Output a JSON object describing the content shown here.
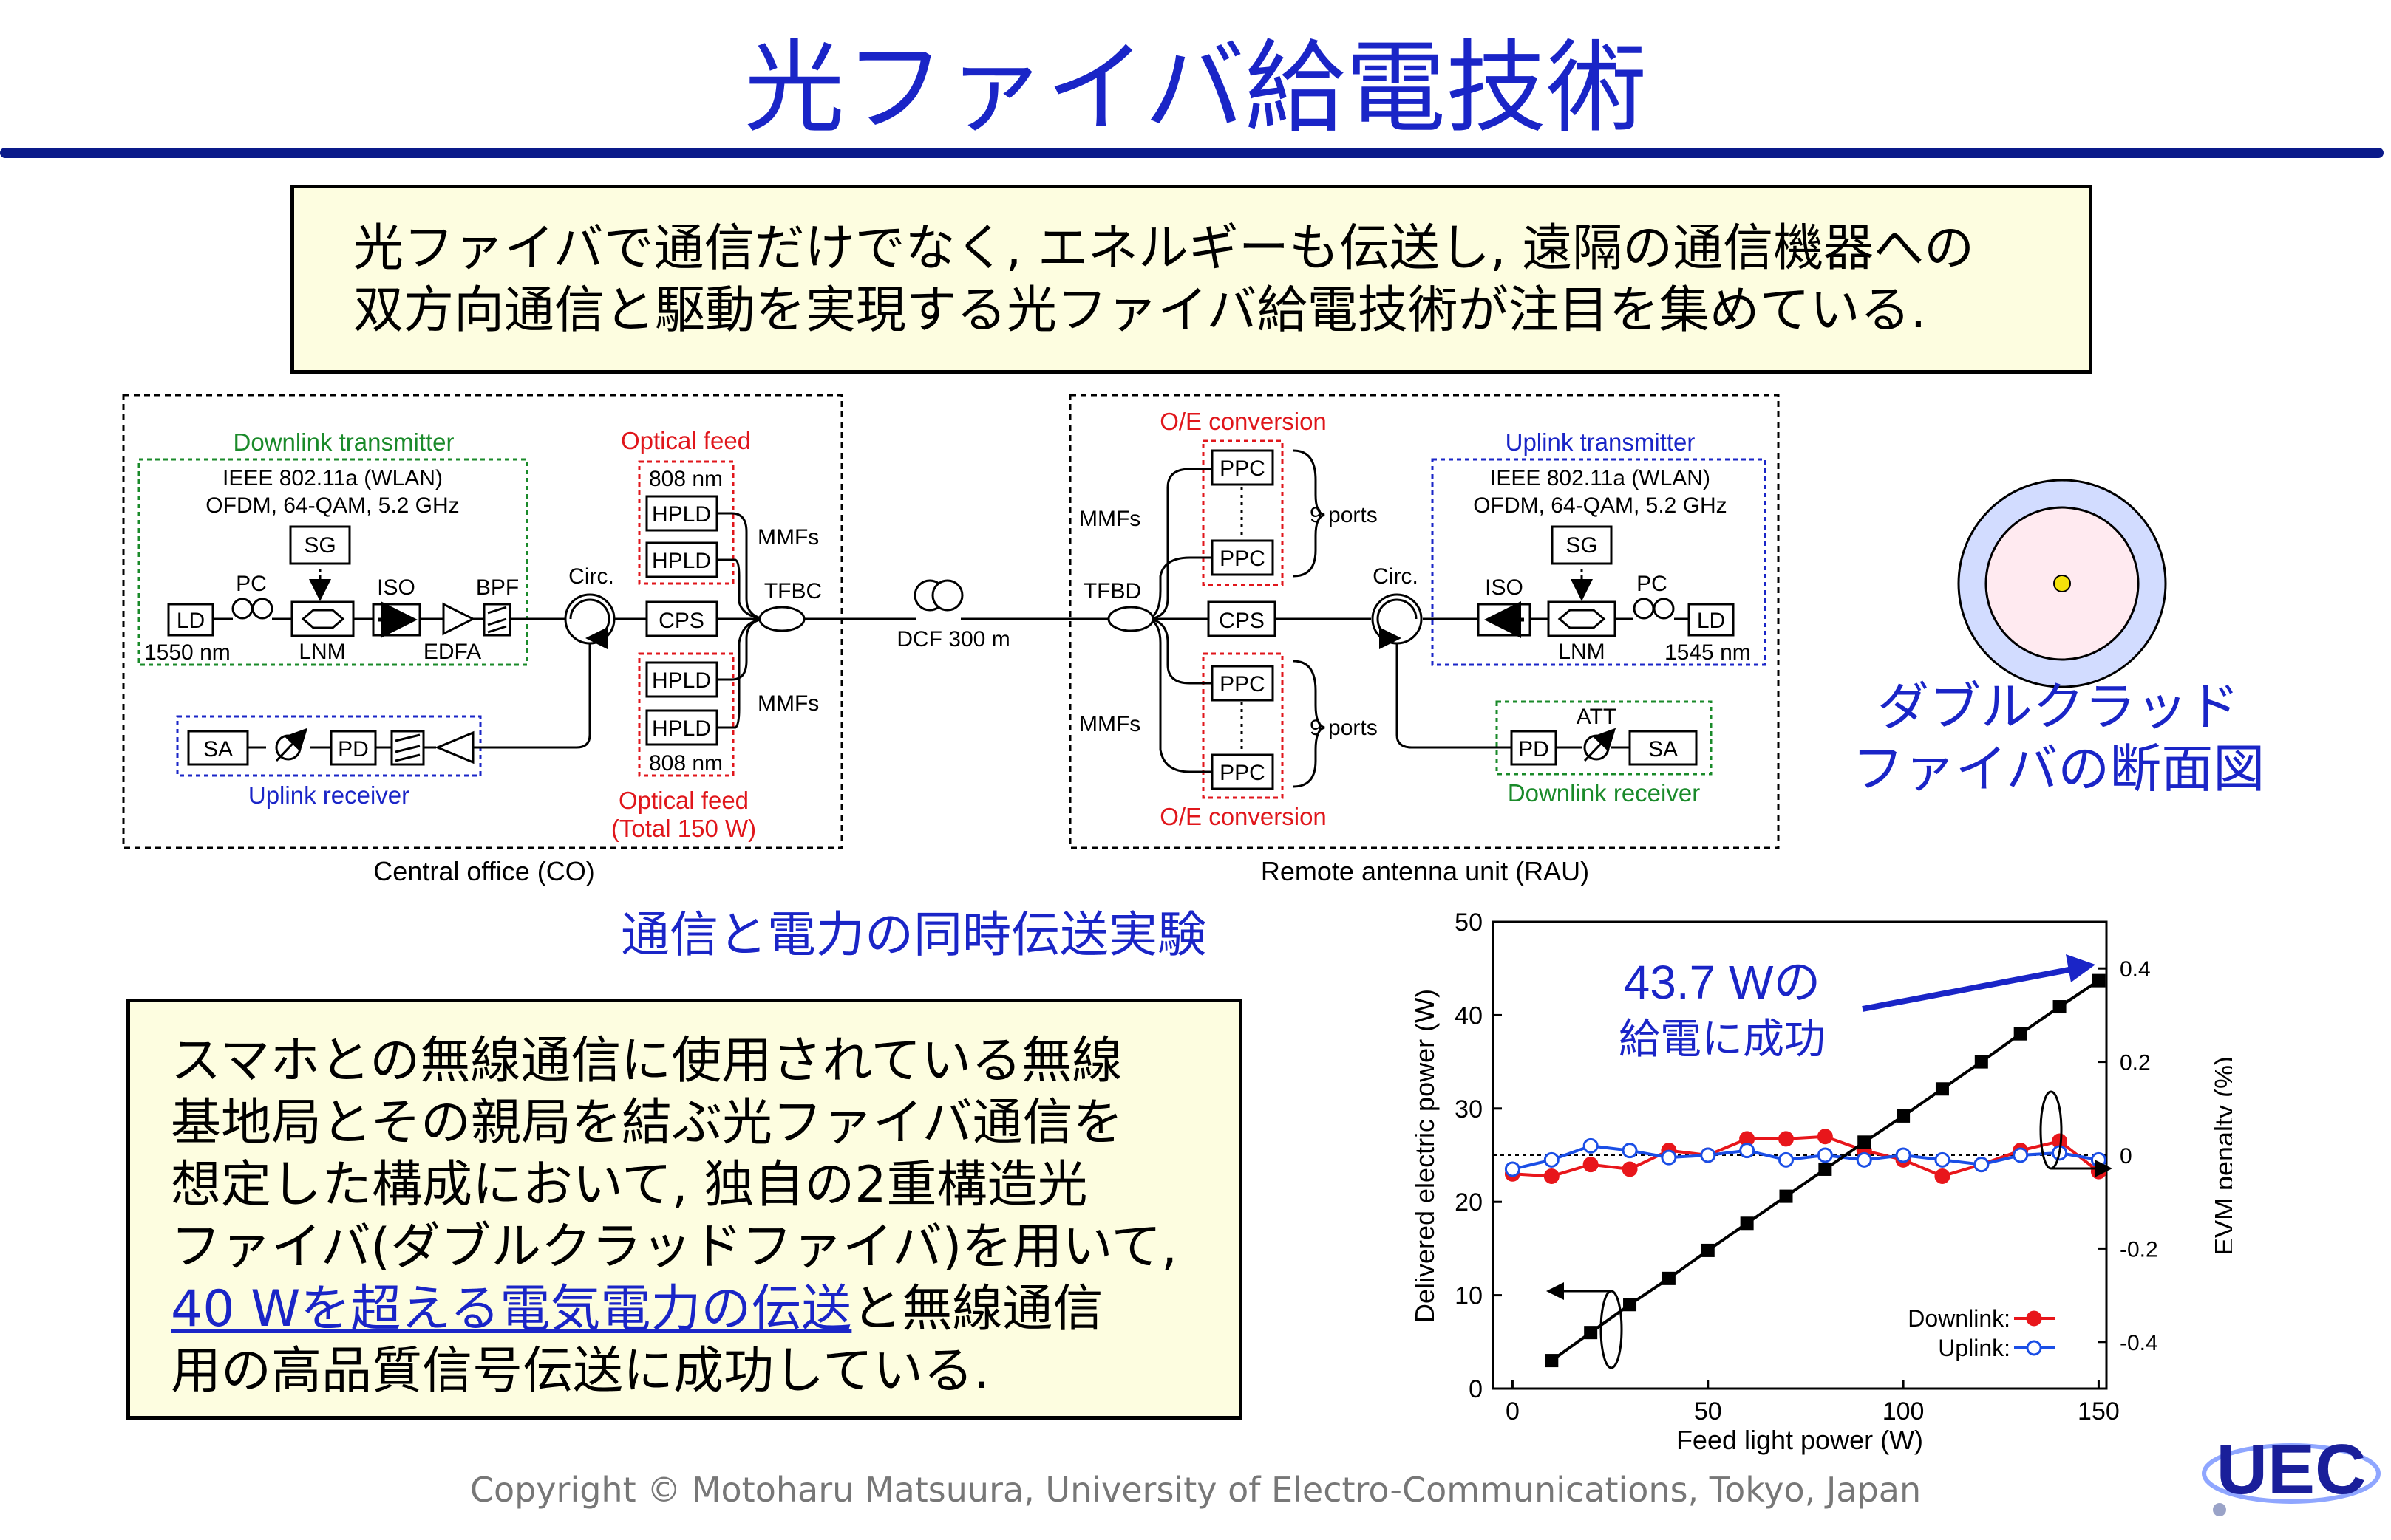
{
  "title": "光ファイバ給電技術",
  "summary": {
    "line1": "光ファイバで通信だけでなく, エネルギーも伝送し, 遠隔の通信機器への",
    "line2": "双方向通信と駆動を実現する光ファイバ給電技術が注目を集めている."
  },
  "diagram": {
    "co_label": "Central office (CO)",
    "rau_label": "Remote antenna unit (RAU)",
    "downlink_tx_title": "Downlink transmitter",
    "uplink_tx_title": "Uplink transmitter",
    "wlan_line1": "IEEE 802.11a (WLAN)",
    "wlan_line2": "OFDM, 64-QAM, 5.2 GHz",
    "sg": "SG",
    "ld": "LD",
    "pc": "PC",
    "lnm": "LNM",
    "iso": "ISO",
    "bpf": "BPF",
    "edfa": "EDFA",
    "circ": "Circ.",
    "cps": "CPS",
    "hpld": "HPLD",
    "ppc": "PPC",
    "tfbc": "TFBC",
    "tfbd": "TFBD",
    "mmfs": "MMFs",
    "dcf": "DCF 300 m",
    "wl_1550": "1550 nm",
    "wl_1545": "1545 nm",
    "wl_808": "808 nm",
    "optical_feed": "Optical feed",
    "optical_feed_total": "(Total 150 W)",
    "oe_conversion": "O/E conversion",
    "ports": "9 ports",
    "uplink_rx_title": "Uplink receiver",
    "downlink_rx_title": "Downlink receiver",
    "sa": "SA",
    "pd": "PD",
    "att": "ATT"
  },
  "experiment_caption": "通信と電力の同時伝送実験",
  "fiber_caption": {
    "line1": "ダブルクラッド",
    "line2": "ファイバの断面図"
  },
  "detail": {
    "line1": "スマホとの無線通信に使用されている無線",
    "line2": "基地局とその親局を結ぶ光ファイバ通信を",
    "line3": "想定した構成において, 独自の2重構造光",
    "line4": "ファイバ(ダブルクラッドファイバ)を用いて,",
    "line5_link": "40 Wを超える電気電力の伝送",
    "line5_rest": "と無線通信",
    "line6": "用の高品質信号伝送に成功している."
  },
  "chart_data": {
    "type": "line",
    "xlabel": "Feed light power (W)",
    "ylabel": "Delivered electric power (W)",
    "y2label": "EVM penalty (%)",
    "xlim": [
      -5,
      152
    ],
    "ylim": [
      0,
      50
    ],
    "y2lim": [
      -0.5,
      0.5
    ],
    "xticks": [
      0,
      50,
      100,
      150
    ],
    "yticks": [
      0,
      10,
      20,
      30,
      40,
      50
    ],
    "y2ticks": [
      -0.4,
      -0.2,
      0,
      0.2,
      0.4
    ],
    "y2ticklabels": [
      "-0.4",
      "-0.2",
      "0",
      "0.2",
      "0.4"
    ],
    "power_series": {
      "x": [
        10,
        20,
        30,
        40,
        50,
        60,
        70,
        80,
        90,
        100,
        110,
        120,
        130,
        140,
        150
      ],
      "y": [
        3.0,
        6.0,
        9.0,
        11.8,
        14.8,
        17.7,
        20.6,
        23.5,
        26.4,
        29.2,
        32.1,
        35.0,
        38.0,
        40.9,
        43.7
      ]
    },
    "evm_series": [
      {
        "name": "Downlink:",
        "color": "#e8161b",
        "x": [
          0,
          10,
          20,
          30,
          40,
          50,
          60,
          70,
          80,
          90,
          100,
          110,
          120,
          130,
          140,
          150
        ],
        "y": [
          -0.04,
          -0.045,
          -0.02,
          -0.03,
          0.01,
          0.0,
          0.035,
          0.035,
          0.04,
          0.01,
          -0.01,
          -0.045,
          -0.02,
          0.01,
          0.03,
          -0.035
        ]
      },
      {
        "name": "Uplink:",
        "color": "#1a4ee6",
        "x": [
          0,
          10,
          20,
          30,
          40,
          50,
          60,
          70,
          80,
          90,
          100,
          110,
          120,
          130,
          140,
          150
        ],
        "y": [
          -0.03,
          -0.01,
          0.02,
          0.01,
          -0.005,
          0.0,
          0.01,
          -0.01,
          0.0,
          -0.01,
          0.0,
          -0.01,
          -0.02,
          0.0,
          0.005,
          -0.01
        ]
      }
    ],
    "annotation_line1": "43.7 Wの",
    "annotation_line2": "給電に成功",
    "legend_position": "bottom-right",
    "grid": false
  },
  "copyright": "Copyright © Motoharu Matsuura, University of Electro-Communications, Tokyo, Japan",
  "logo_text": "UEC"
}
